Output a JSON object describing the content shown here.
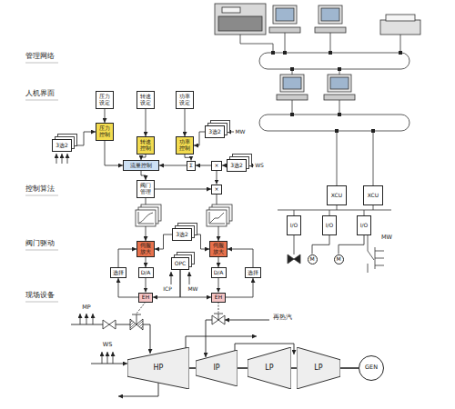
{
  "diagram": {
    "nodes": [
      {
        "text": [
          "压力设定"
        ]
      },
      {
        "text": [
          "转速设定"
        ]
      },
      {
        "text": [
          "功率设定"
        ]
      },
      {
        "text": [
          "压力控制"
        ]
      },
      {
        "text": [
          "转速控制"
        ]
      },
      {
        "text": [
          "功率控制"
        ]
      },
      {
        "text": [
          "3选2"
        ]
      },
      {
        "text": [
          "3选2"
        ]
      },
      {
        "text": [
          "流量控制"
        ]
      },
      {
        "text": [
          "Σ"
        ]
      },
      {
        "text": [
          "×"
        ]
      },
      {
        "text": [
          "3选2"
        ]
      },
      {
        "text": [
          "阀门管理"
        ]
      },
      {
        "text": [
          "×"
        ]
      },
      {
        "text": [
          "3选2"
        ]
      },
      {
        "text": [
          "伺服放大"
        ]
      },
      {
        "text": [
          "伺服放大"
        ]
      },
      {
        "text": [
          "选择"
        ]
      },
      {
        "text": [
          "D/A"
        ]
      },
      {
        "text": [
          "OPC"
        ]
      },
      {
        "text": [
          "D/A"
        ]
      },
      {
        "text": [
          "选择"
        ]
      },
      {
        "text": [
          "EH"
        ]
      },
      {
        "text": [
          "EH"
        ]
      },
      {
        "text": [
          "XCU"
        ]
      },
      {
        "text": [
          "XCU"
        ]
      },
      {
        "text": [
          "I/O"
        ]
      },
      {
        "text": [
          "I/O"
        ]
      },
      {
        "text": [
          "I/O"
        ]
      },
      {
        "text": [
          "M"
        ]
      },
      {
        "text": [
          "M"
        ]
      },
      {
        "text": [
          "HP"
        ]
      },
      {
        "text": [
          "IP"
        ]
      },
      {
        "text": [
          "LP"
        ]
      },
      {
        "text": [
          "LP"
        ]
      },
      {
        "text": [
          "GEN"
        ]
      }
    ],
    "edges": [
      {
        "from": 0,
        "to": 3,
        "arrow": "to"
      },
      {
        "from": 1,
        "to": 4,
        "arrow": "to"
      },
      {
        "from": 2,
        "to": 5,
        "arrow": "to"
      },
      {
        "from": 6,
        "to": 3,
        "arrow": "to"
      },
      {
        "from": 7,
        "to": 5,
        "arrow": "to"
      },
      {
        "from": 3,
        "to": 8,
        "arrow": "to"
      },
      {
        "from": 4,
        "to": 8,
        "arrow": "to"
      },
      {
        "from": 5,
        "to": 9,
        "arrow": "to"
      },
      {
        "from": 9,
        "to": 8,
        "arrow": "to"
      },
      {
        "from": 10,
        "to": 9,
        "arrow": "to"
      },
      {
        "from": 11,
        "to": 10,
        "arrow": "to"
      },
      {
        "from": 8,
        "to": 12,
        "arrow": "to"
      },
      {
        "from": 12,
        "to": 13,
        "arrow": "to"
      },
      {
        "from": 10,
        "to": 13,
        "arrow": "to"
      },
      {
        "from": 12,
        "to": 15,
        "arrow": "to"
      },
      {
        "from": 13,
        "to": 16,
        "arrow": "to"
      },
      {
        "from": 14,
        "to": 15,
        "arrow": "to"
      },
      {
        "from": 14,
        "to": 16,
        "arrow": "to"
      },
      {
        "from": 15,
        "to": 18,
        "arrow": "to"
      },
      {
        "from": 18,
        "to": 22,
        "arrow": "to"
      },
      {
        "from": 17,
        "to": 15,
        "arrow": "to"
      },
      {
        "from": 22,
        "to": 17,
        "arrow": "to"
      },
      {
        "from": 16,
        "to": 20,
        "arrow": "to"
      },
      {
        "from": 20,
        "to": 23,
        "arrow": "to"
      },
      {
        "from": 21,
        "to": 16,
        "arrow": "to"
      },
      {
        "from": 23,
        "to": 21,
        "arrow": "to"
      },
      {
        "from": 19,
        "to": 22,
        "arrow": "to"
      },
      {
        "from": 19,
        "to": 23,
        "arrow": "to"
      },
      {
        "from": 27,
        "to": 29,
        "arrow": "none"
      },
      {
        "from": 28,
        "to": 30,
        "arrow": "none"
      },
      {
        "from": 31,
        "to": 32,
        "arrow": "none"
      },
      {
        "from": 32,
        "to": 33,
        "arrow": "none"
      },
      {
        "from": 33,
        "to": 34,
        "arrow": "none"
      },
      {
        "from": 34,
        "to": 35,
        "arrow": "none"
      }
    ],
    "labels": [
      "管理网络",
      "人机界面",
      "控制算法",
      "阀门驱动",
      "现场设备",
      "MW",
      "WS",
      "ICP",
      "MW",
      "MP",
      "WS",
      "再热汽",
      "MW"
    ]
  }
}
